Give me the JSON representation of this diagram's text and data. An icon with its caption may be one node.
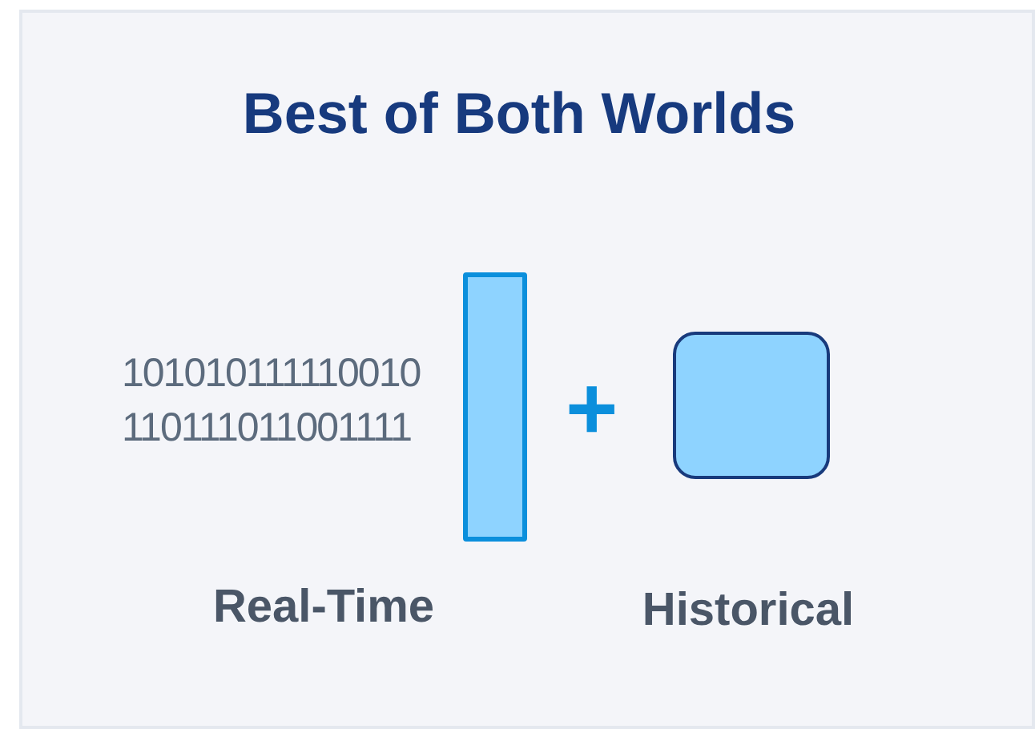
{
  "diagram": {
    "title": "Best of Both Worlds",
    "nodes": [
      {
        "text": [],
        "shape": "bar",
        "beside": [
          "Real-Time"
        ]
      },
      {
        "text": [],
        "shape": "box",
        "beside": [
          "Historical"
        ]
      }
    ],
    "labels": [
      "101010111110010",
      "110111011001111",
      "+"
    ]
  }
}
